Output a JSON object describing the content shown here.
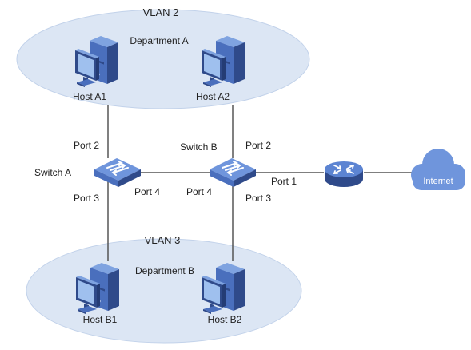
{
  "vlans": [
    {
      "label": "VLAN 2",
      "department": "Department A"
    },
    {
      "label": "VLAN 3",
      "department": "Department B"
    }
  ],
  "hosts": {
    "a1": "Host A1",
    "a2": "Host A2",
    "b1": "Host B1",
    "b2": "Host B2"
  },
  "switches": {
    "a": {
      "label": "Switch A",
      "ports": {
        "p2": "Port 2",
        "p3": "Port 3",
        "p4": "Port 4"
      }
    },
    "b": {
      "label": "Switch B",
      "ports": {
        "p1": "Port 1",
        "p2": "Port 2",
        "p3": "Port 3",
        "p4": "Port 4"
      }
    }
  },
  "cloud": {
    "label": "Internet"
  },
  "colors": {
    "vlan_fill": "#dce6f4",
    "vlan_stroke": "#c2d2ea",
    "device_dark": "#2f4a8a",
    "device_mid": "#4a6fbd",
    "device_light": "#7fa3e0",
    "screen": "#9fc0ee",
    "cloud": "#6f95dc",
    "link": "#555555"
  }
}
